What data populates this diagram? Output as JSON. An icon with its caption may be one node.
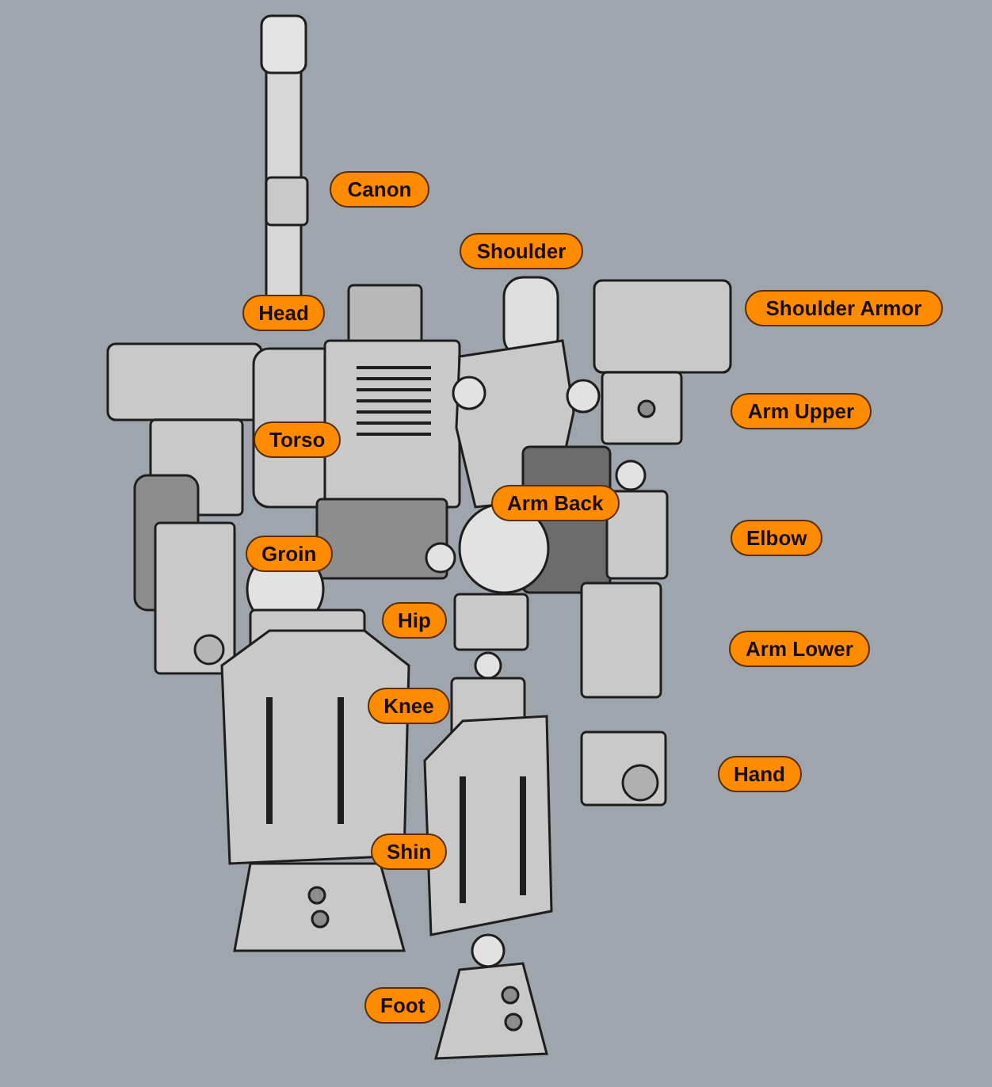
{
  "diagram": {
    "nodes": [
      {
        "text": [
          "Canon"
        ]
      },
      {
        "text": [
          "Shoulder"
        ]
      },
      {
        "text": [
          "Shoulder Armor"
        ]
      },
      {
        "text": [
          "Head"
        ]
      },
      {
        "text": [
          "Arm Upper"
        ]
      },
      {
        "text": [
          "Torso"
        ]
      },
      {
        "text": [
          "Arm Back"
        ]
      },
      {
        "text": [
          "Elbow"
        ]
      },
      {
        "text": [
          "Groin"
        ]
      },
      {
        "text": [
          "Hip"
        ]
      },
      {
        "text": [
          "Arm Lower"
        ]
      },
      {
        "text": [
          "Knee"
        ]
      },
      {
        "text": [
          "Hand"
        ]
      },
      {
        "text": [
          "Shin"
        ]
      },
      {
        "text": [
          "Foot"
        ]
      }
    ]
  }
}
